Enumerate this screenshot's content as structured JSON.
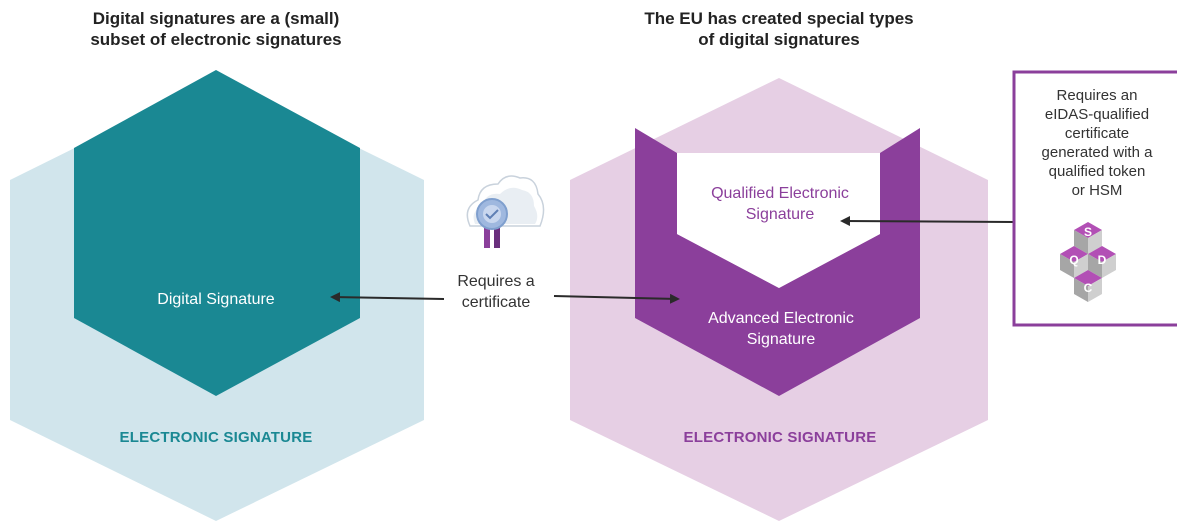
{
  "left_panel": {
    "title_lines": [
      "Digital signatures are a (small)",
      "subset of electronic signatures"
    ],
    "inner_label": "Digital Signature",
    "outer_label": "ELECTRONIC SIGNATURE"
  },
  "right_panel": {
    "title_lines": [
      "The EU has created special types",
      "of digital signatures"
    ],
    "qualified_lines": [
      "Qualified Electronic",
      "Signature"
    ],
    "advanced_lines": [
      "Advanced Electronic",
      "Signature"
    ],
    "outer_label": "ELECTRONIC SIGNATURE"
  },
  "center": {
    "cert_label_lines": [
      "Requires a",
      "certificate"
    ],
    "icon": "certificate-cloud-icon"
  },
  "callout": {
    "text_lines": [
      "Requires an",
      "eIDAS-qualified",
      "certificate",
      "generated with a",
      "qualified token",
      "or HSM"
    ],
    "icon": "qscd-cubes-icon",
    "cube_letters": [
      "S",
      "Q",
      "D",
      "C"
    ]
  },
  "colors": {
    "teal_light": "#d1e5ec",
    "teal_dark": "#1a8893",
    "purple_light": "#e6cfe4",
    "purple_dark": "#8b3f9b",
    "text_dark": "#222222",
    "arrow": "#2a2a2a"
  }
}
